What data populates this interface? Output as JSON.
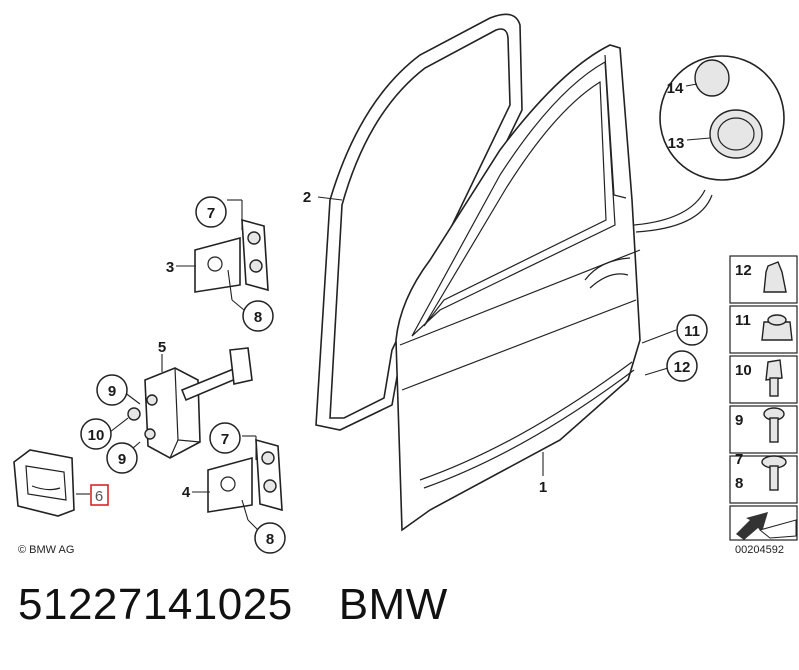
{
  "copyright": "© BMW AG",
  "diagram_number": "00204592",
  "part_number": "51227141025",
  "brand": "BMW",
  "highlighted_label": "6",
  "highlight_color": "#d9262c",
  "callouts": {
    "door": "1",
    "seal": "2",
    "hinge_upper": "3",
    "hinge_lower": "4",
    "check_strap": "5",
    "buffer": "6",
    "bolt_upper": "7",
    "nut_upper": "8",
    "bolt_lower": "7",
    "nut_lower": "8",
    "bolt_strap_a": "9",
    "bolt_strap_b": "9",
    "bolt_strap_c": "10",
    "door_11": "11",
    "door_12": "12",
    "plug_13": "13",
    "plug_14": "14"
  },
  "legend": [
    {
      "label": "12",
      "icon": "rubber-buffer-icon"
    },
    {
      "label": "11",
      "icon": "clip-icon"
    },
    {
      "label": "10",
      "icon": "hex-bolt-icon"
    },
    {
      "label": "9",
      "icon": "torx-bolt-icon"
    },
    {
      "label": "7",
      "label2": "8",
      "icon": "flange-bolt-icon"
    },
    {
      "label": "",
      "icon": "arrow-icon"
    }
  ]
}
